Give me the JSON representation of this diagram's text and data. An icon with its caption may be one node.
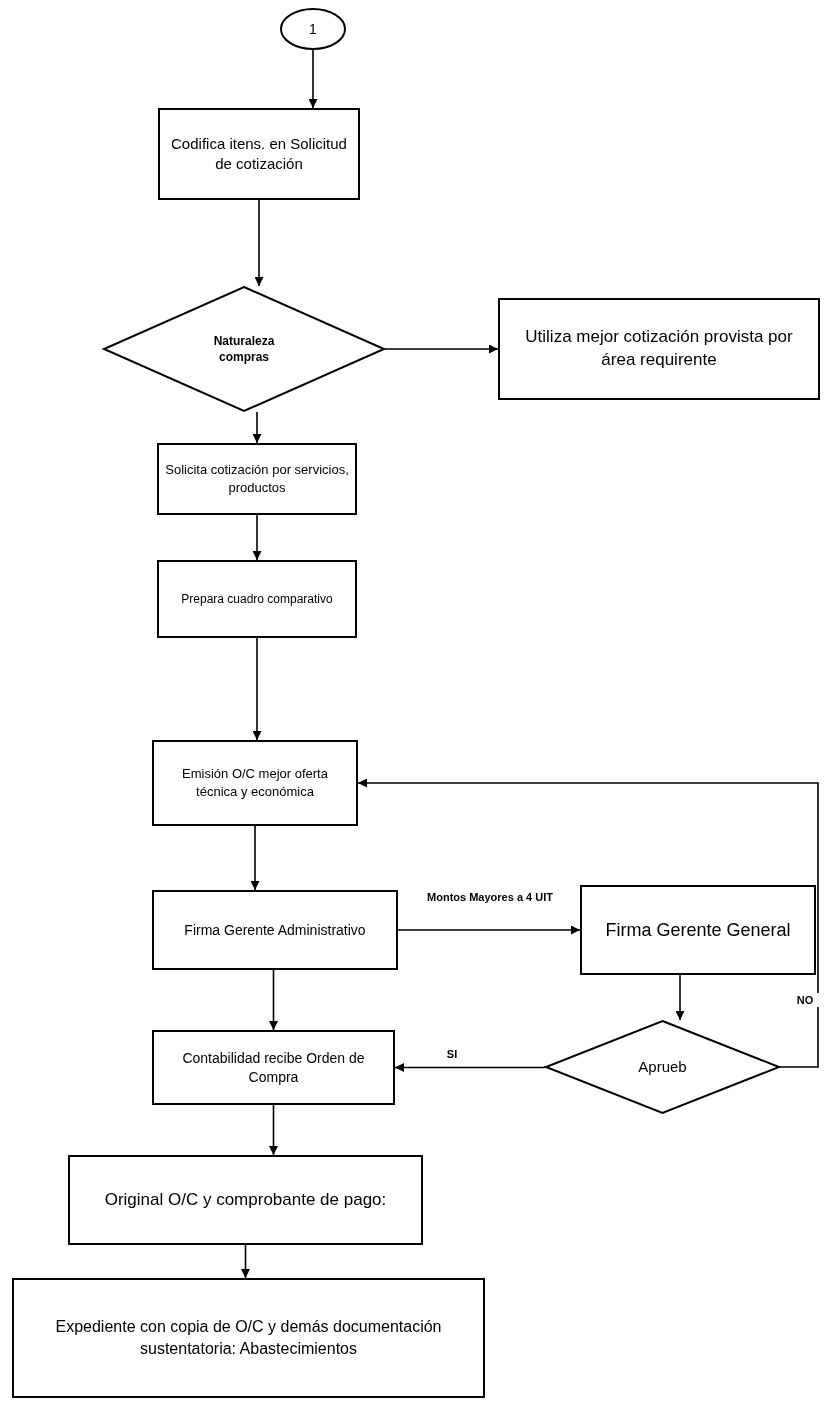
{
  "diagram": {
    "nodes": [
      {
        "text": [
          "1"
        ]
      },
      {
        "text": [
          "Codifica itens. en Solicitud de cotización"
        ]
      },
      {
        "text": [
          "Naturaleza compras"
        ]
      },
      {
        "text": [
          "Utiliza mejor cotización provista por área requirente"
        ]
      },
      {
        "text": [
          "Solicita cotización por servicios, productos"
        ]
      },
      {
        "text": [
          "Prepara cuadro comparativo"
        ]
      },
      {
        "text": [
          "Emisión O/C mejor oferta técnica y económica"
        ]
      },
      {
        "text": [
          "Firma Gerente Administrativo"
        ]
      },
      {
        "text": [
          "Firma Gerente General"
        ]
      },
      {
        "text": [
          "Contabilidad recibe Orden de Compra"
        ]
      },
      {
        "text": [
          "Aprueb"
        ]
      },
      {
        "text": [
          "Original O/C y comprobante de pago:"
        ]
      },
      {
        "text": [
          "Expediente con copia de O/C y demás documentación sustentatoria: Abastecimientos"
        ]
      }
    ],
    "edges": [
      {
        "from": 0,
        "to": 1,
        "arrow": "to"
      },
      {
        "from": 1,
        "to": 2,
        "arrow": "to"
      },
      {
        "from": 2,
        "to": 3,
        "arrow": "to"
      },
      {
        "from": 2,
        "to": 4,
        "arrow": "to"
      },
      {
        "from": 4,
        "to": 5,
        "arrow": "to"
      },
      {
        "from": 5,
        "to": 6,
        "arrow": "to"
      },
      {
        "from": 6,
        "to": 7,
        "arrow": "to"
      },
      {
        "from": 7,
        "to": 8,
        "arrow": "to",
        "label": "Montos Mayores a 4 UIT"
      },
      {
        "from": 7,
        "to": 9,
        "arrow": "to"
      },
      {
        "from": 8,
        "to": 10,
        "arrow": "to"
      },
      {
        "from": 10,
        "to": 9,
        "arrow": "to",
        "label": "SI"
      },
      {
        "from": 10,
        "to": 6,
        "arrow": "to",
        "label": "NO"
      },
      {
        "from": 9,
        "to": 11,
        "arrow": "to"
      },
      {
        "from": 11,
        "to": 12,
        "arrow": "to"
      }
    ]
  }
}
